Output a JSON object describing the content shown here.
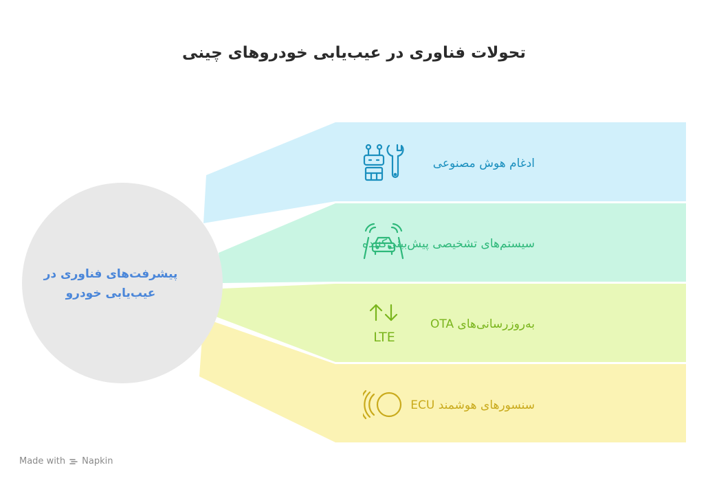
{
  "title": "تحولات فناوری در عیب‌یابی خودروهای چینی",
  "hub": {
    "label": "پیشرفت‌های فناوری در عیب‌یابی خودرو"
  },
  "branches": [
    {
      "label": "ادغام هوش مصنوعی",
      "icon": "robot-wrench-icon",
      "color": "#1a8fbe",
      "fill": "#d1f0fb"
    },
    {
      "label": "سیستم‌های تشخیصی پیش‌بینی‌کننده",
      "icon": "car-sensor-icon",
      "color": "#2eb87a",
      "fill": "#c9f5e3"
    },
    {
      "label": "به‌روزرسانی‌های OTA",
      "icon": "lte-transfer-icon",
      "color": "#7ab51d",
      "fill": "#e8f8b8"
    },
    {
      "label": "سنسورهای هوشمند ECU",
      "icon": "sensor-waves-icon",
      "color": "#c9aa1c",
      "fill": "#fbf3b4"
    }
  ],
  "icons": {
    "lte_text": "LTE"
  },
  "footer": {
    "made_with": "Made with",
    "brand": "Napkin"
  }
}
